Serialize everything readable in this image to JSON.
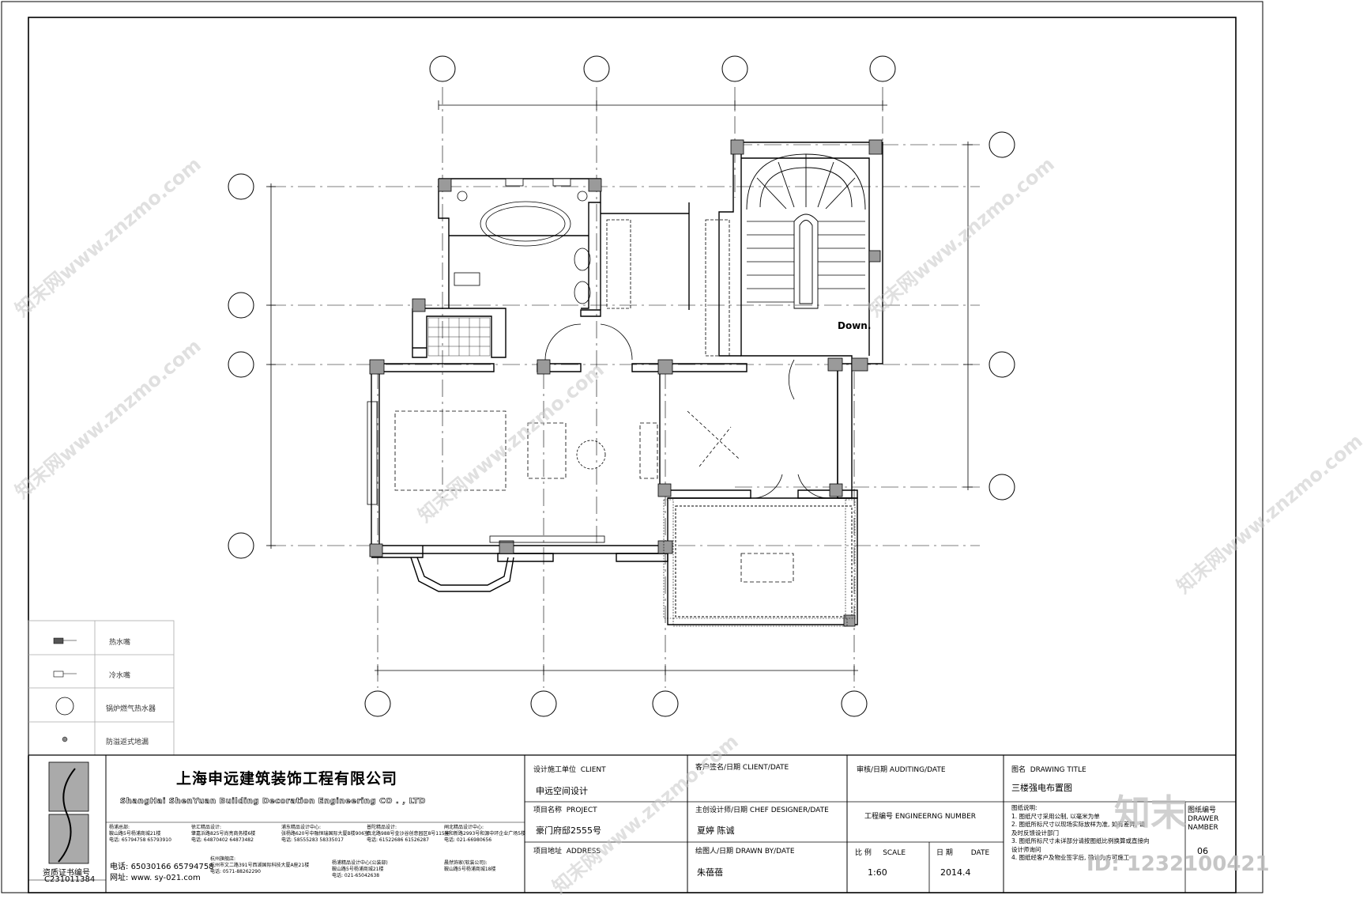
{
  "drawing": {
    "stair_label": "Down."
  },
  "legend": {
    "items": [
      {
        "icon": "hot-tap-icon",
        "label": "热水嘴"
      },
      {
        "icon": "cold-tap-icon",
        "label": "冷水嘴"
      },
      {
        "icon": "boiler-icon",
        "label": "锅炉燃气热水器"
      },
      {
        "icon": "floor-drain-icon",
        "label": "防溢返式地漏"
      }
    ]
  },
  "title_block": {
    "company_cn": "上海申远建筑装饰工程有限公司",
    "company_en": "ShangHai ShenYuan Building Decoration Engineering  CO . , LTD",
    "cert_label": "资质证书编号",
    "cert_no": "C231011384",
    "phone_label": "电话:",
    "phone": "65030166 65794758",
    "web_label": "网址:",
    "web": "www. sy-021.com",
    "offices": [
      {
        "name": "杨浦总部:",
        "addr": "鞍山路5号杨浦商城21楼",
        "tel": "电话: 65794758 65793910"
      },
      {
        "name": "徐汇精品设计:",
        "addr": "肇嘉浜路825号尚亮商务楼6楼",
        "tel": "电话: 64870402 64873482"
      },
      {
        "name": "浦东精品设计中心:",
        "addr": "张杨路620号中融恒瑞国际大厦B楼906室",
        "tel": "电话: 58555283 58335017"
      },
      {
        "name": "普陀精品设计:",
        "addr": "真北路988号金沙谷创意园区8号115室",
        "tel": "电话: 61522686 61526287"
      },
      {
        "name": "闸北精品设计中心:",
        "addr": "共和新路2993号和源中环企业广场5楼",
        "tel": "电话: 021-66980656"
      }
    ],
    "hangzhou_name": "杭州旗舰店:",
    "hangzhou_addr": "杭州市文二路391号西湖国际科技大厦A座21楼",
    "hangzhou_tel": "电话: 0571-88262290",
    "yangpu_public_name": "杨浦精品设计中心(公装部)",
    "yangpu_public_addr": "鞍山路5号杨浦商城21楼",
    "yangpu_public_tel": "电话: 021-65042638",
    "softdeco_name": "晨然饰家(软装公司):",
    "softdeco_addr": "鞍山路5号杨浦商城18楼",
    "client_label": "设计施工单位",
    "client_label_en": "CLIENT",
    "client_value": "申远空间设计",
    "project_label": "项目名称",
    "project_label_en": "PROJECT",
    "project_value": "豪门府邸2555号",
    "address_label": "项目地址",
    "address_label_en": "ADDRESS",
    "client_sign_label": "客户签名/日期",
    "client_sign_label_en": "CLIENT/DATE",
    "chief_label": "主创设计师/日期",
    "chief_label_en": "CHEF DESIGNER/DATE",
    "chief_value": "夏婷  陈诚",
    "drawn_label": "绘图人/日期",
    "drawn_label_en": "DRAWN BY/DATE",
    "drawn_value": "朱蓓蓓",
    "audit_label": "审核/日期",
    "audit_label_en": "AUDITING/DATE",
    "eng_no_label": "工程编号",
    "eng_no_label_en": "ENGINEERNG NUMBER",
    "scale_label": "比  例",
    "scale_label_en": "SCALE",
    "scale_value": "1:60",
    "date_label": "日 期",
    "date_label_en": "DATE",
    "date_value": "2014.4",
    "drawing_title_label": "图名",
    "drawing_title_label_en": "DRAWING  TITLE",
    "drawing_title_value": "三楼强电布置图",
    "notes_title": "图纸说明:",
    "notes": [
      "1. 图纸尺寸采用公制, 以毫米为单",
      "2. 图纸所标尺寸以现场实际放样为准, 如有差异, 请",
      "   及时反馈设计部门",
      "3. 图纸所标尺寸未详部分请按图纸比例换算或直接向",
      "   设计师询问",
      "4. 图纸经客户及物业签字后, 确认为方可施工"
    ],
    "drawing_no_label": "图纸编号",
    "drawing_no_label_en": "DRAWER NAMBER",
    "drawing_no_value": "06"
  },
  "watermark": {
    "text": "知末网www.znzmo.com",
    "brand": "知末",
    "id_text": "ID: 1232100421"
  }
}
